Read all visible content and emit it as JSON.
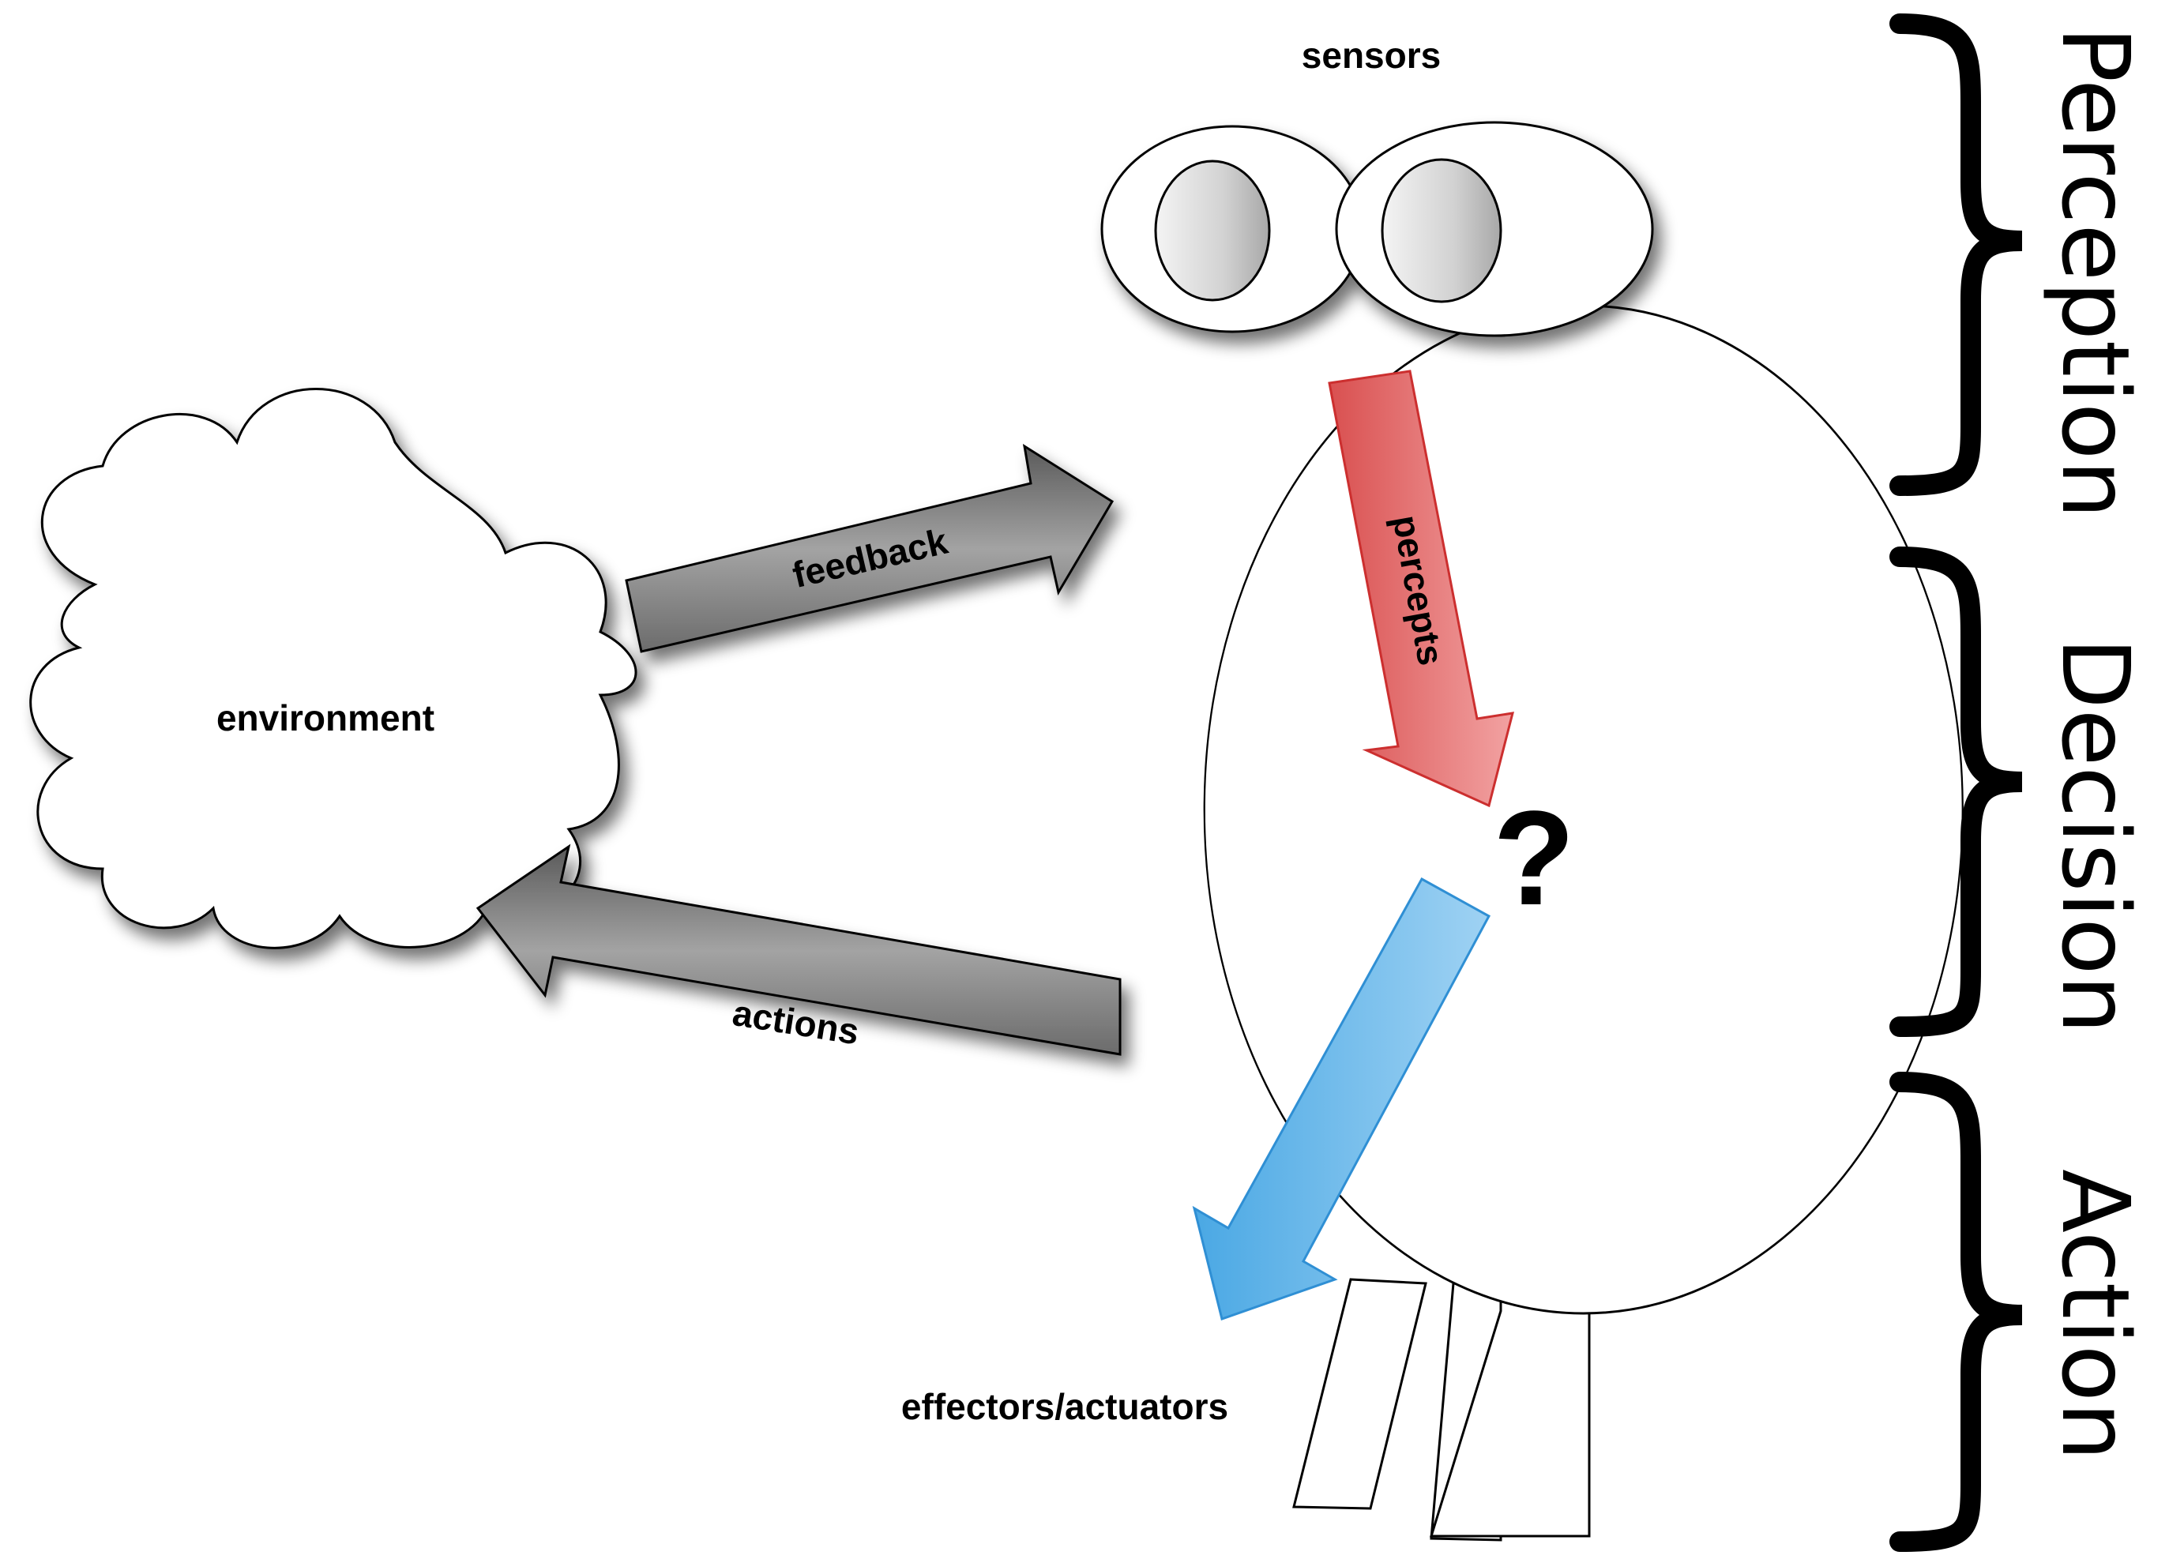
{
  "labels": {
    "sensors": "sensors",
    "environment": "environment",
    "feedback": "feedback",
    "actions": "actions",
    "percepts": "percepts",
    "question": "?",
    "effectors": "effectors/actuators"
  },
  "phases": {
    "perception": "Perception",
    "decision": "Decision",
    "action": "Action"
  },
  "colors": {
    "percepts_arrow": "#e66b6b",
    "actions_arrow": "#6cbbe9",
    "grey_arrow": "#7a7a7a"
  }
}
